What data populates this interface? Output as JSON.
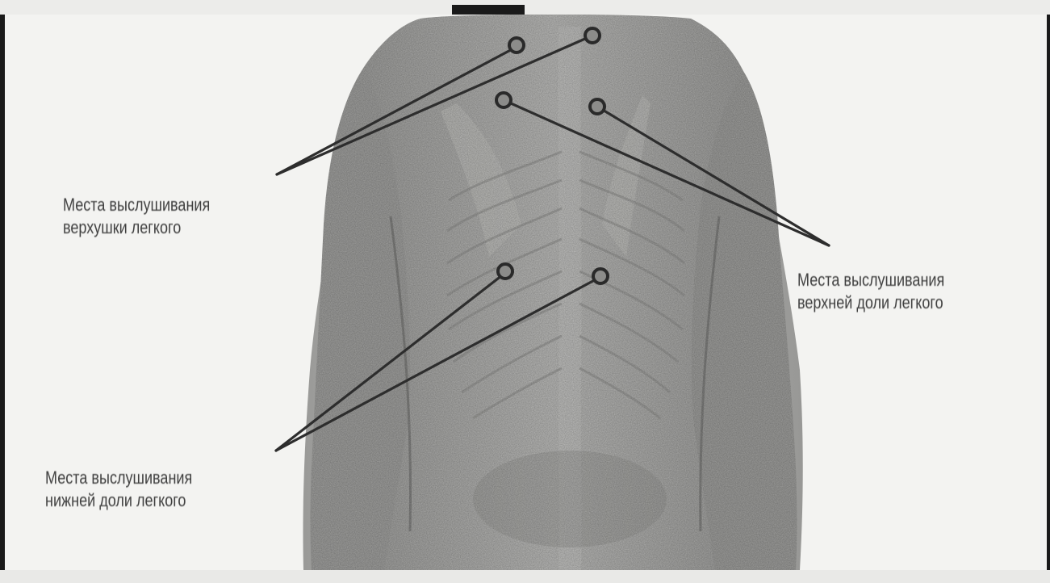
{
  "labels": {
    "apex": {
      "line1": "Места выслушивания",
      "line2": "верхушки легкого"
    },
    "upper_lobe": {
      "line1": "Места выслушивания",
      "line2": "верхней доли легкого"
    },
    "lower_lobe": {
      "line1": "Места выслушивания",
      "line2": "нижней доли легкого"
    }
  },
  "colors": {
    "background": "#f3f3f1",
    "skin": "#a6a6a4",
    "marker_fill": "#8c8c8a",
    "marker_stroke": "#2a2a2a",
    "leader_line": "#2d2d2d",
    "text": "#3f3f3f"
  },
  "markers": [
    {
      "site": "apex"
    },
    {
      "site": "apex"
    },
    {
      "site": "upper_lobe"
    },
    {
      "site": "upper_lobe"
    },
    {
      "site": "lower_lobe"
    },
    {
      "site": "lower_lobe"
    }
  ]
}
